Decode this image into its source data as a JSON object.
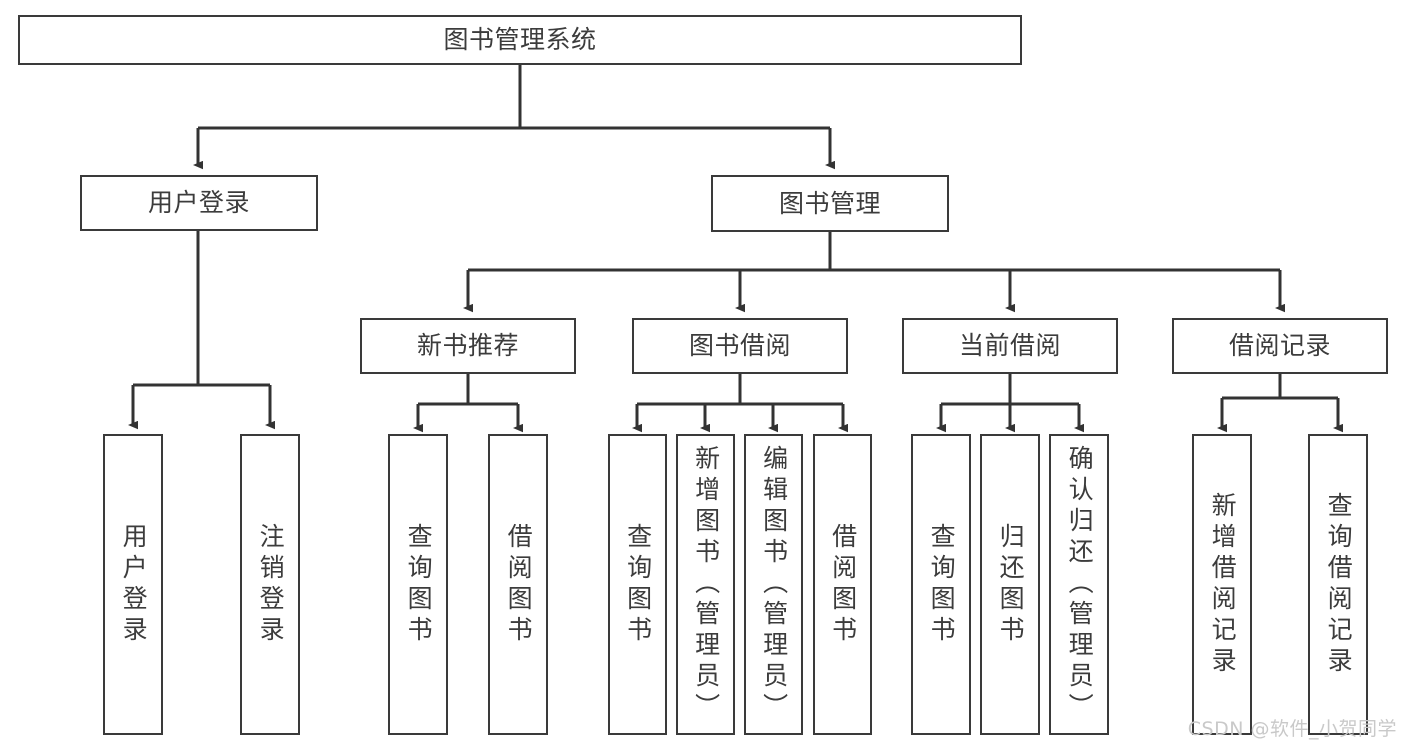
{
  "diagram": {
    "type": "tree",
    "title": "图书管理系统",
    "orientation": "top-down",
    "colors": {
      "background": "#ffffff",
      "box_border": "#3a3a3a",
      "box_fill": "#ffffff",
      "text": "#3c3c3c",
      "edge": "#333333",
      "watermark": "#c9c9c9"
    }
  },
  "nodes": {
    "root": {
      "label": "图书管理系统"
    },
    "level1": [
      {
        "label": "用户登录"
      },
      {
        "label": "图书管理"
      }
    ],
    "level2": [
      {
        "label": "新书推荐"
      },
      {
        "label": "图书借阅"
      },
      {
        "label": "当前借阅"
      },
      {
        "label": "借阅记录"
      }
    ],
    "leaves": {
      "user_login": [
        {
          "label": "用户登录"
        },
        {
          "label": "注销登录"
        }
      ],
      "new_book_recommend": [
        {
          "label": "查询图书"
        },
        {
          "label": "借阅图书"
        }
      ],
      "book_borrow": [
        {
          "label": "查询图书"
        },
        {
          "label": "新增图书（管理员）"
        },
        {
          "label": "编辑图书（管理员）"
        },
        {
          "label": "借阅图书"
        }
      ],
      "current_borrow": [
        {
          "label": "查询图书"
        },
        {
          "label": "归还图书"
        },
        {
          "label": "确认归还（管理员）"
        }
      ],
      "borrow_records": [
        {
          "label": "新增借阅记录"
        },
        {
          "label": "查询借阅记录"
        }
      ]
    }
  },
  "watermark": {
    "text": "CSDN @软件_小贺同学"
  }
}
